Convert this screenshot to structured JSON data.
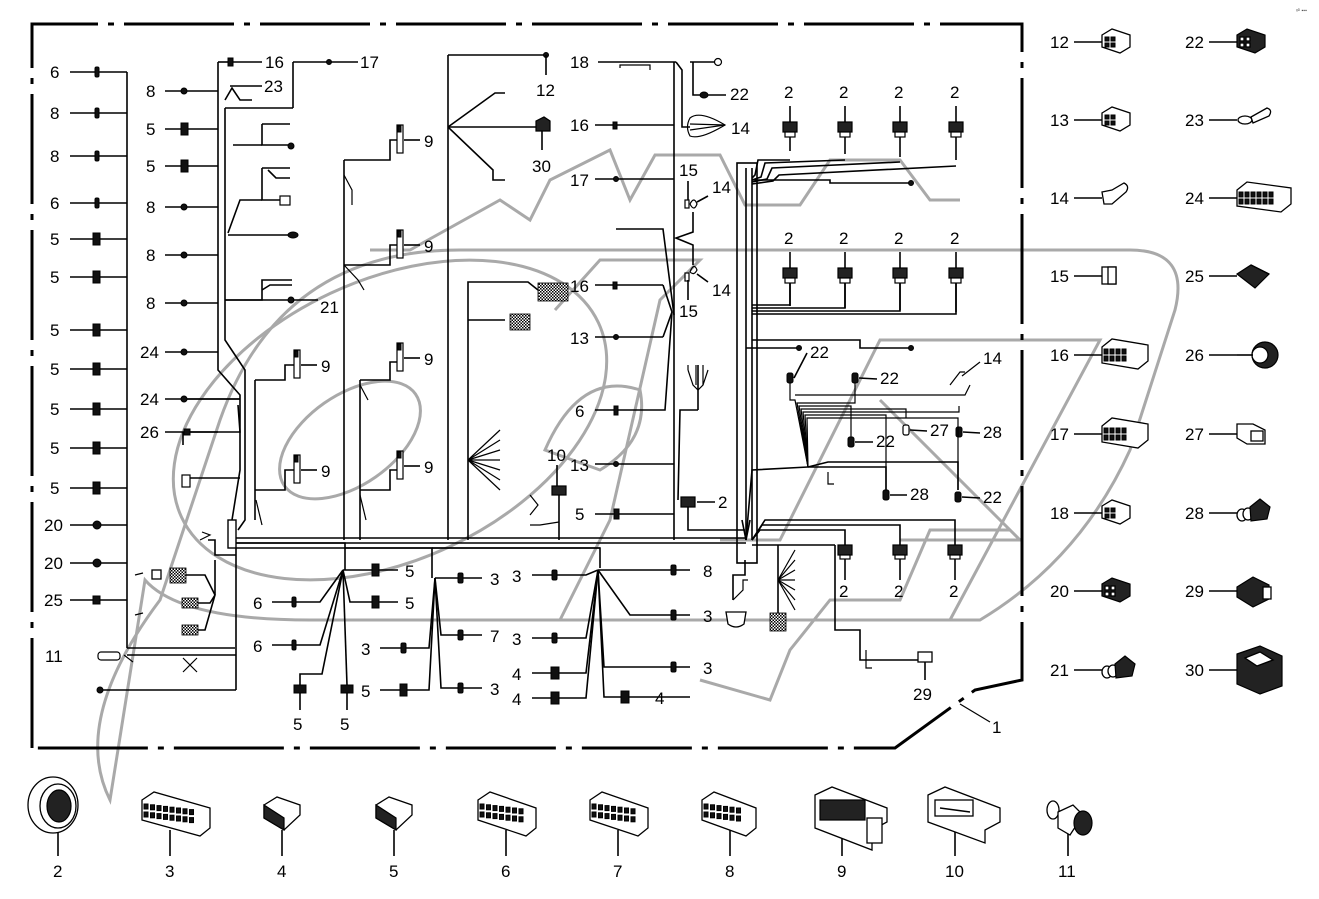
{
  "corner_mark": "ᵍᴰ ▪▪▪",
  "harness": {
    "main_callout": "1",
    "left_column_labels": [
      "6",
      "8",
      "8",
      "6",
      "5",
      "5",
      "5",
      "5",
      "5",
      "5",
      "5",
      "20",
      "20",
      "25",
      "11"
    ],
    "second_column_labels": [
      "8",
      "5",
      "5",
      "8",
      "8",
      "8",
      "24",
      "24",
      "26"
    ],
    "top_labels": {
      "c16": "16",
      "c23": "23",
      "c17": "17",
      "c21": "21",
      "c12": "12",
      "c30": "30",
      "c18": "18",
      "c22": "22",
      "c14a": "14",
      "c16b": "16",
      "c17b": "17",
      "c15a": "15",
      "c14b": "14",
      "c14c": "14",
      "c16c": "16",
      "c15b": "15",
      "c13a": "13",
      "c6": "6",
      "c13b": "13",
      "c10": "10",
      "c5": "5",
      "c2mid": "2"
    },
    "relay_labels": [
      "9",
      "9",
      "9",
      "9",
      "9",
      "9"
    ],
    "top_right_2_labels": [
      "2",
      "2",
      "2",
      "2",
      "2",
      "2",
      "2",
      "2"
    ],
    "right_mid_labels": {
      "c22a": "22",
      "c22b": "22",
      "c14": "14",
      "c27": "27",
      "c28a": "28",
      "c22c": "22",
      "c28b": "28",
      "c22d": "22"
    },
    "bottom_2_labels": [
      "2",
      "2",
      "2"
    ],
    "c29": "29",
    "bottom_cluster_labels": {
      "a": [
        "5",
        "5",
        "6",
        "6",
        "5",
        "5"
      ],
      "b": [
        "3",
        "7",
        "3",
        "5",
        "3"
      ],
      "c": [
        "3",
        "8",
        "3",
        "3",
        "4",
        "3",
        "4",
        "4"
      ]
    }
  },
  "legend_right": [
    {
      "id": "12"
    },
    {
      "id": "13"
    },
    {
      "id": "14"
    },
    {
      "id": "15"
    },
    {
      "id": "16"
    },
    {
      "id": "17"
    },
    {
      "id": "18"
    },
    {
      "id": "20"
    },
    {
      "id": "21"
    },
    {
      "id": "22"
    },
    {
      "id": "23"
    },
    {
      "id": "24"
    },
    {
      "id": "25"
    },
    {
      "id": "26"
    },
    {
      "id": "27"
    },
    {
      "id": "28"
    },
    {
      "id": "29"
    },
    {
      "id": "30"
    }
  ],
  "legend_bottom": [
    {
      "id": "2"
    },
    {
      "id": "3"
    },
    {
      "id": "4"
    },
    {
      "id": "5"
    },
    {
      "id": "6"
    },
    {
      "id": "7"
    },
    {
      "id": "8"
    },
    {
      "id": "9"
    },
    {
      "id": "10"
    },
    {
      "id": "11"
    }
  ],
  "colors": {
    "line": "#000000",
    "watermark": "#a9a9a9",
    "background": "#ffffff"
  }
}
